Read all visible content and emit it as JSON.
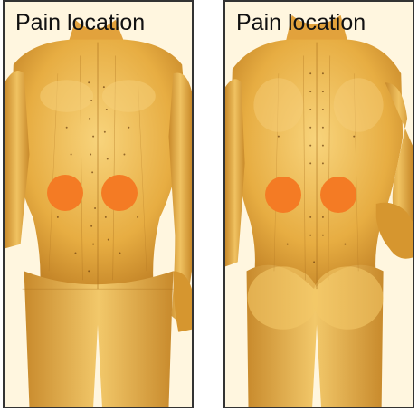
{
  "panels": [
    {
      "view": "front",
      "caption": "Pain location"
    },
    {
      "view": "back",
      "caption": "Pain location"
    }
  ],
  "colors": {
    "pain_marker": "#f47b24",
    "skin": "#e7ad42",
    "skin_highlight": "#f8d47c",
    "skin_shadow": "#b9781f",
    "panel_border": "#333333",
    "background": "#ffffff"
  }
}
